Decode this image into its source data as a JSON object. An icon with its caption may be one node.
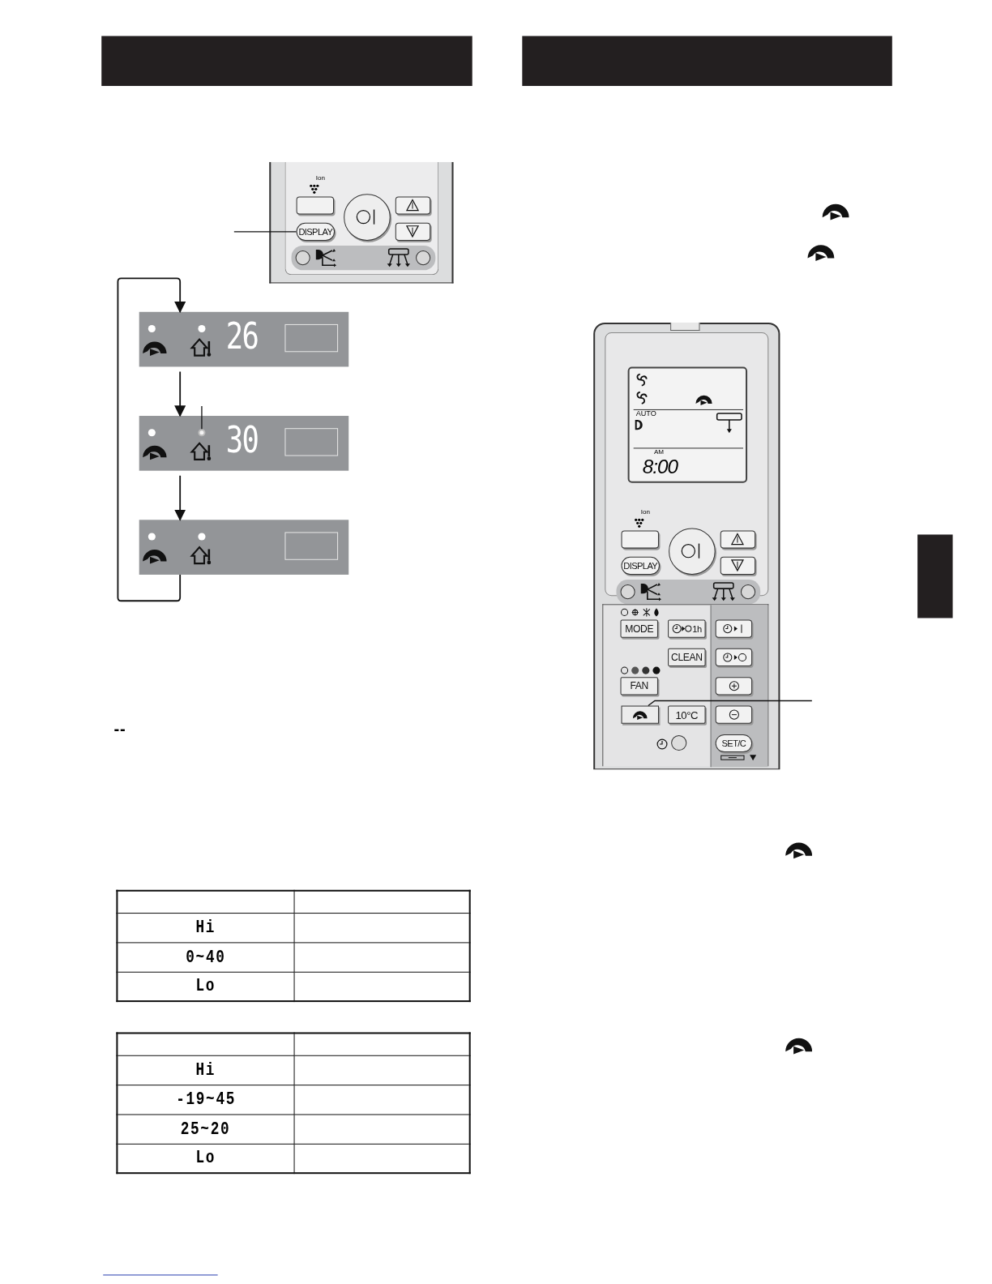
{
  "diagram": {
    "nodes": [
      {
        "text": [
          "26"
        ]
      },
      {
        "text": [
          "30"
        ]
      },
      {
        "text": [],
        "shape": "box"
      },
      {
        "text": [
          "DISPLAY"
        ]
      },
      {
        "text": [],
        "shape": "circle",
        "in": 1
      },
      {
        "text": [],
        "shape": "box"
      },
      {
        "text": [],
        "shape": "box"
      },
      {
        "text": [],
        "shape": "box"
      },
      {
        "text": [],
        "shape": "box"
      },
      {
        "text": [],
        "shape": "box"
      },
      {
        "text": [
          "DISPLAY"
        ]
      },
      {
        "text": [],
        "shape": "box"
      },
      {
        "text": [],
        "shape": "box"
      },
      {
        "text": [
          "MODE"
        ]
      },
      {
        "text": [
          "1h"
        ]
      },
      {
        "text": [
          "CLEAN"
        ]
      },
      {
        "text": [
          "FAN"
        ]
      },
      {
        "text": [
          "10°C"
        ]
      },
      {
        "text": [],
        "shape": "box"
      },
      {
        "text": [],
        "shape": "box"
      },
      {
        "text": [],
        "shape": "box"
      },
      {
        "text": [],
        "shape": "box"
      },
      {
        "text": [
          "SET/C"
        ]
      },
      {
        "text": [],
        "shape": "circle"
      },
      {
        "text": [],
        "shape": "circle"
      },
      {
        "text": [],
        "shape": "circle"
      },
      {
        "text": [],
        "shape": "circle"
      },
      {
        "text": [],
        "shape": "circle"
      },
      {
        "text": [],
        "shape": "circle"
      },
      {
        "text": [],
        "shape": "circle"
      }
    ],
    "edges": [
      {
        "from": 0,
        "to": 1,
        "arrow": "to"
      },
      {
        "from": 1,
        "to": 2,
        "arrow": "to"
      },
      {
        "from": 2,
        "to": 0,
        "arrow": "to"
      },
      {
        "from": null,
        "to": 3,
        "arrow": "none"
      },
      {
        "from": null,
        "to": 4,
        "arrow": "none"
      },
      {
        "from": null,
        "to": 5,
        "arrow": "none"
      }
    ],
    "labels": [
      "Ion",
      "--",
      "Hi",
      "0~40",
      "Lo",
      "Hi",
      "-19~45",
      "25~20",
      "Lo",
      "AUTO",
      "AM",
      "8:00",
      "Ion"
    ]
  }
}
